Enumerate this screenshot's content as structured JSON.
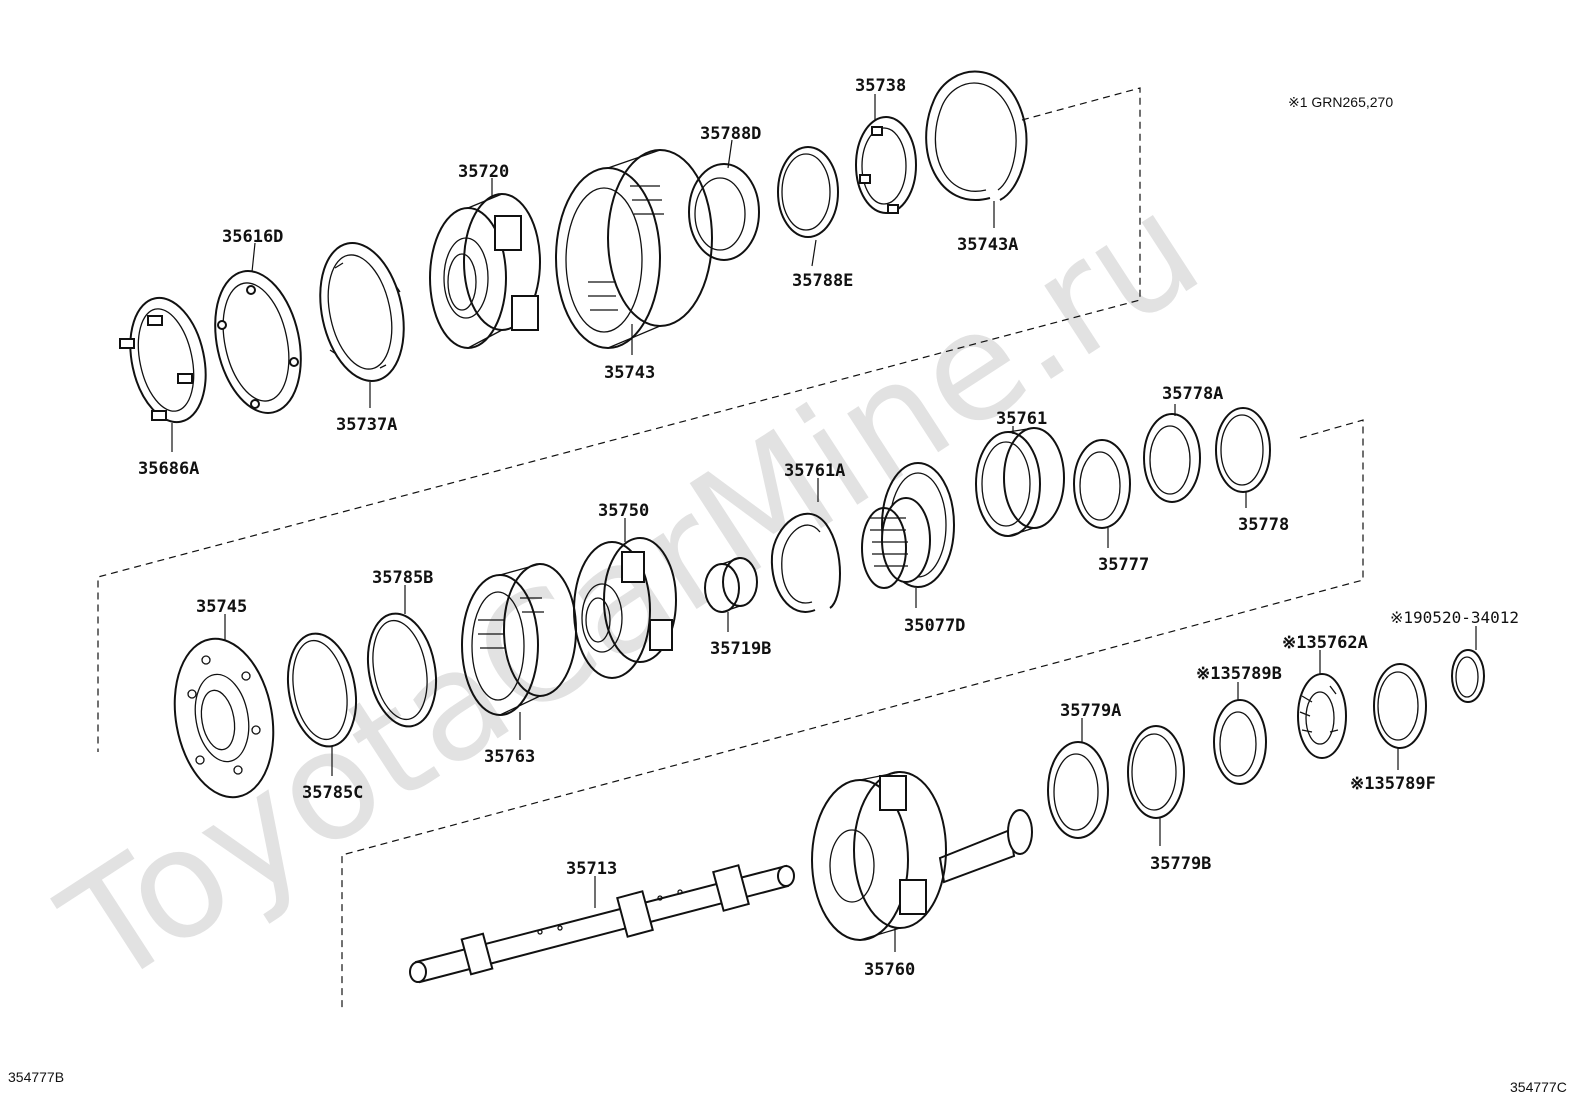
{
  "watermark": "ToyotaCarMine.ru",
  "note": "※1 GRN265,270",
  "codes": {
    "left": "354777B",
    "right": "354777C"
  },
  "parts": {
    "p35738": "35738",
    "p35788D": "35788D",
    "p35720": "35720",
    "p35616D": "35616D",
    "p35743A": "35743A",
    "p35788E": "35788E",
    "p35743": "35743",
    "p35737A": "35737A",
    "p35686A": "35686A",
    "p35778A": "35778A",
    "p35761": "35761",
    "p35761A": "35761A",
    "p35750": "35750",
    "p35778": "35778",
    "p35777": "35777",
    "p35077D": "35077D",
    "p35785B": "35785B",
    "p35745": "35745",
    "p35719B": "35719B",
    "p90520": "※190520-34012",
    "p35762A": "※135762A",
    "p35789B": "※135789B",
    "p35779A": "35779A",
    "p35789F": "※135789F",
    "p35763": "35763",
    "p35785C": "35785C",
    "p35779B": "35779B",
    "p35713": "35713",
    "p35760": "35760"
  }
}
